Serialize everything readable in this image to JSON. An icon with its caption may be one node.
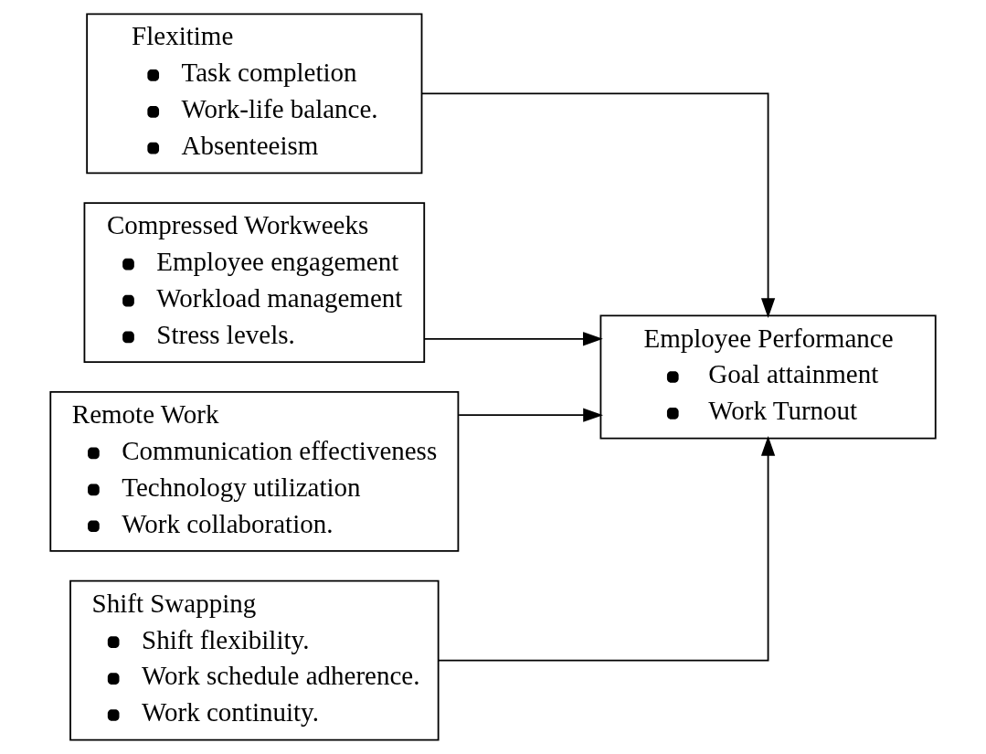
{
  "diagram": {
    "nodes": [
      {
        "text": [
          "Flexitime",
          "Task completion",
          "Work-life balance.",
          "Absenteeism"
        ]
      },
      {
        "text": [
          "Compressed Workweeks",
          "Employee engagement",
          "Workload management",
          "Stress levels."
        ]
      },
      {
        "text": [
          "Remote Work",
          "Communication effectiveness",
          "Technology utilization",
          "Work collaboration."
        ]
      },
      {
        "text": [
          "Shift Swapping",
          "Shift flexibility.",
          "Work schedule adherence.",
          "Work continuity."
        ]
      },
      {
        "text": [
          "Employee Performance",
          "Goal attainment",
          "Work Turnout"
        ]
      }
    ],
    "edges": [
      {
        "from": 0,
        "to": 4,
        "arrow": "to"
      },
      {
        "from": 1,
        "to": 4,
        "arrow": "to"
      },
      {
        "from": 2,
        "to": 4,
        "arrow": "to"
      },
      {
        "from": 3,
        "to": 4,
        "arrow": "to"
      }
    ]
  }
}
